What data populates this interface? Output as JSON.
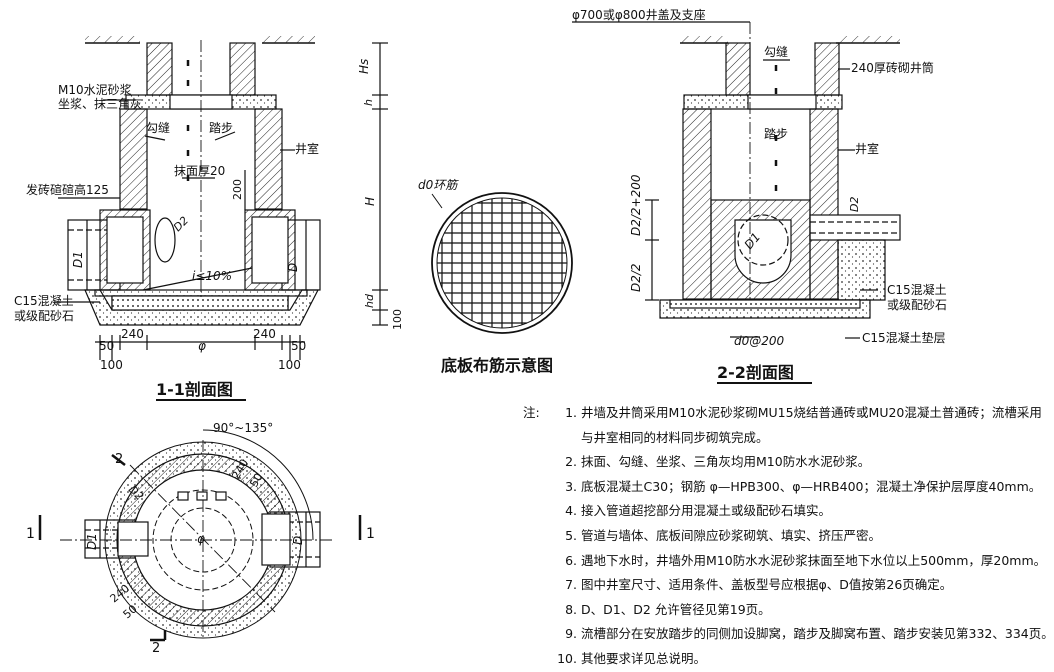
{
  "section_1_1": {
    "title": "1-1剖面图",
    "label_mortar": [
      "M10水泥砂浆",
      "坐浆、抹三角灰"
    ],
    "label_joint": "勾缝",
    "label_step": "踏步",
    "label_plaster": "抹面厚20",
    "label_chamber": "井室",
    "label_brick_arch": "发砖碹碹高125",
    "label_concrete": [
      "C15混凝土",
      "或级配砂石"
    ],
    "dim_hs": "Hs",
    "dim_h": "h",
    "dim_H": "H",
    "dim_hd": "hd",
    "dim_100": "100",
    "dim_200": "200",
    "dim_d1": "D1",
    "dim_d2": "D2",
    "dim_D": "D",
    "slope": "i≤10%",
    "bottom_dims": [
      "50",
      "240",
      "φ",
      "240",
      "50"
    ],
    "bottom_dims_2": [
      "100",
      "100"
    ]
  },
  "section_2_2": {
    "title": "2-2剖面图",
    "cover": "φ700或φ800井盖及支座",
    "label_joint": "勾缝",
    "label_shaft": "240厚砖砌井筒",
    "label_step": "踏步",
    "label_chamber": "井室",
    "label_concrete": [
      "C15混凝土",
      "或级配砂石"
    ],
    "label_cushion": "C15混凝土垫层",
    "rebar": "d0@200",
    "dim_top": "D2/2+200",
    "dim_bot": "D2/2",
    "dim_d1": "D1",
    "dim_d2": "D2"
  },
  "plate": {
    "title": "底板布筋示意图",
    "ring": "d0环筋"
  },
  "plan": {
    "angle": "90°~135°",
    "marks_2": [
      "2",
      "2"
    ],
    "marks_1": [
      "1",
      "1"
    ],
    "dim_d2": "D2",
    "dim_d1": "D1",
    "dim_D": "D",
    "dim_240a": "240",
    "dim_50a": "50",
    "dim_240b": "240",
    "dim_50b": "50",
    "phi": "φ"
  },
  "notes": {
    "heading": "注:",
    "items": [
      {
        "n": "1.",
        "lines": [
          "井墙及井筒采用M10水泥砂浆砌MU15烧结普通砖或MU20混凝土普通砖；流槽采用",
          "与井室相同的材料同步砌筑完成。"
        ]
      },
      {
        "n": "2.",
        "lines": [
          "抹面、勾缝、坐浆、三角灰均用M10防水水泥砂浆。"
        ]
      },
      {
        "n": "3.",
        "lines": [
          "底板混凝土C30；钢筋 φ—HPB300、φ—HRB400；混凝土净保护层厚度40mm。"
        ]
      },
      {
        "n": "4.",
        "lines": [
          "接入管道超挖部分用混凝土或级配砂石填实。"
        ]
      },
      {
        "n": "5.",
        "lines": [
          "管道与墙体、底板间隙应砂浆砌筑、填实、挤压严密。"
        ]
      },
      {
        "n": "6.",
        "lines": [
          "遇地下水时，井墙外用M10防水水泥砂浆抹面至地下水位以上500mm，厚20mm。"
        ]
      },
      {
        "n": "7.",
        "lines": [
          "图中井室尺寸、适用条件、盖板型号应根据φ、D值按第26页确定。"
        ]
      },
      {
        "n": "8.",
        "lines": [
          "D、D1、D2 允许管径见第19页。"
        ]
      },
      {
        "n": "9.",
        "lines": [
          "流槽部分在安放踏步的同侧加设脚窝，踏步及脚窝布置、踏步安装见第332、334页。"
        ]
      },
      {
        "n": "10.",
        "lines": [
          "其他要求详见总说明。"
        ]
      }
    ]
  }
}
